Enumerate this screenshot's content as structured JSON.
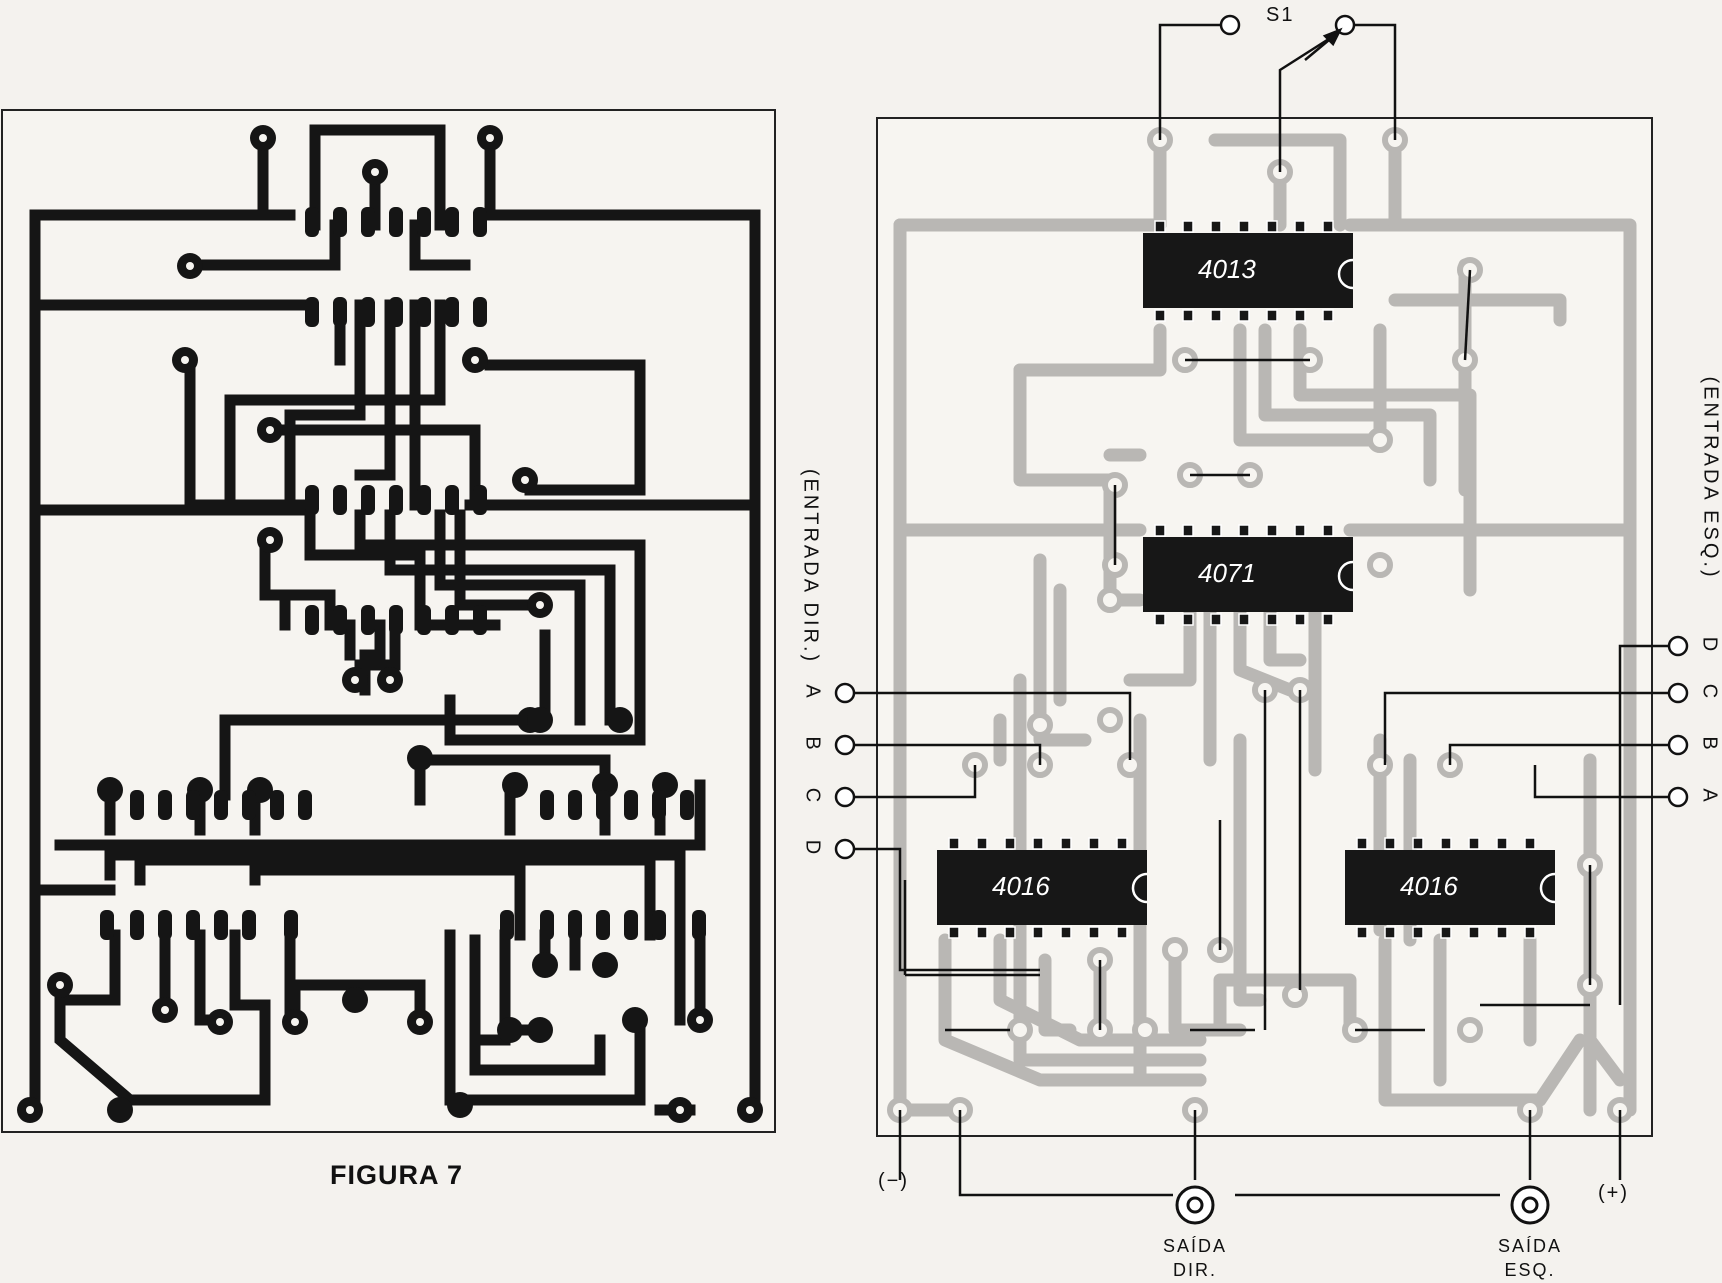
{
  "figure_caption": "FIGURA 7",
  "switch_label": "S1",
  "chips": [
    "4013",
    "4071",
    "4016",
    "4016"
  ],
  "input_right": {
    "title": "(ENTRADA DIR.)",
    "pins": [
      "A",
      "B",
      "C",
      "D"
    ]
  },
  "input_left": {
    "title": "(ENTRADA ESQ.)",
    "pins": [
      "D",
      "C",
      "B",
      "A"
    ]
  },
  "power": {
    "negative": "(−)",
    "positive": "(+)"
  },
  "outputs": {
    "right": [
      "SAÍDA",
      "DIR."
    ],
    "left": [
      "SAÍDA",
      "ESQ."
    ]
  }
}
